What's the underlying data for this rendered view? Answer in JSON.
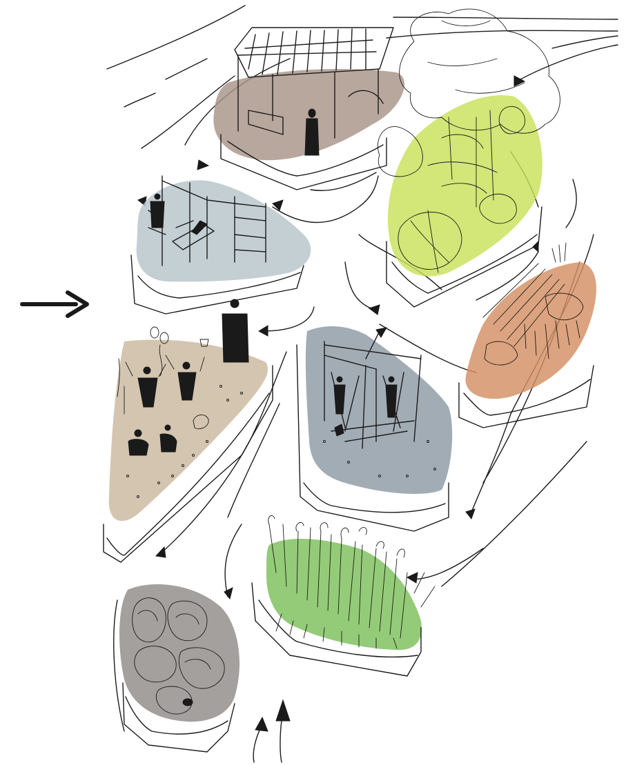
{
  "colors": {
    "pavilion": "#a89488",
    "fitness": "#b7c4cb",
    "trees": "#c9e05a",
    "seating": "#d38f63",
    "sand": "#cbb89f",
    "swings": "#8e9aa5",
    "meadow": "#7dc05a",
    "boulders": "#8f8b88",
    "ink": "#1a1a1a"
  },
  "zones": [
    {
      "key": "pavilion",
      "icon": "pavilion-icon",
      "interactable": false
    },
    {
      "key": "fitness",
      "icon": "fitness-frame-icon",
      "interactable": false
    },
    {
      "key": "trees",
      "icon": "tree-canopy-icon",
      "interactable": false
    },
    {
      "key": "seating",
      "icon": "timber-seating-icon",
      "interactable": false
    },
    {
      "key": "sand",
      "icon": "play-figures-icon",
      "interactable": false
    },
    {
      "key": "swings",
      "icon": "swing-frame-icon",
      "interactable": false
    },
    {
      "key": "meadow",
      "icon": "tall-grass-icon",
      "interactable": false
    },
    {
      "key": "boulders",
      "icon": "boulder-icon",
      "interactable": false
    }
  ],
  "entry_marker": {
    "icon": "entry-arrow-icon"
  },
  "path_arrows": {
    "icon": "path-arrowhead-icon"
  }
}
